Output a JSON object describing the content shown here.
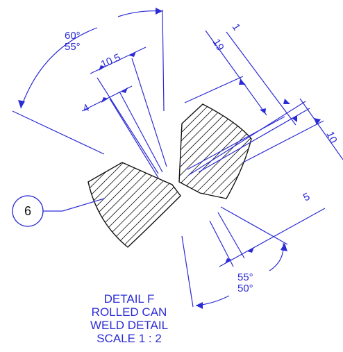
{
  "dimensions": {
    "angle_top_1": "60°",
    "angle_top_2": "55°",
    "angle_bottom_1": "55°",
    "angle_bottom_2": "50°",
    "dim_10_5": "10.5",
    "dim_4": "4",
    "dim_19": "19",
    "dim_1": "1",
    "dim_10": "10",
    "dim_5": "5"
  },
  "balloon": {
    "number": "6"
  },
  "title_block": {
    "line1": "DETAIL F",
    "line2": "ROLLED CAN",
    "line3": "WELD DETAIL",
    "line4": "SCALE 1 : 2"
  },
  "colors": {
    "dimension": "#2b2bd6",
    "part_outline": "#111111",
    "background": "#ffffff"
  }
}
